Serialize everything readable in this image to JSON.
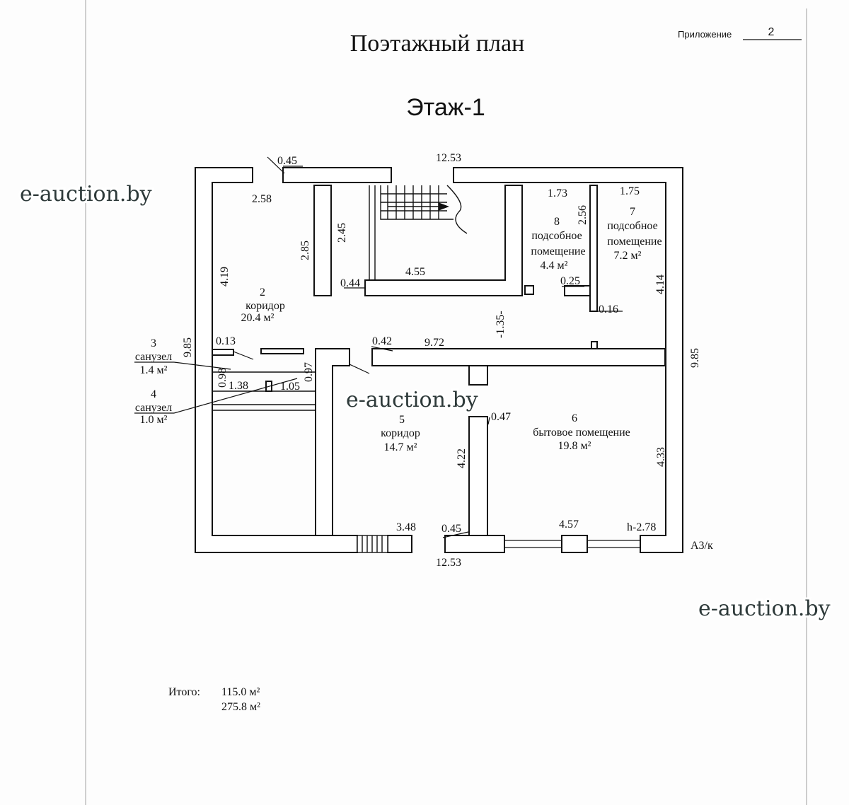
{
  "header": {
    "title": "Поэтажный план",
    "appendix_label": "Приложение",
    "appendix_number": "2",
    "floor": "Этаж-1"
  },
  "watermark": "e-auction.by",
  "rooms": [
    {
      "num": "2",
      "name": "коридор",
      "area": "20.4 м²"
    },
    {
      "num": "3",
      "name": "санузел",
      "area": "1.4 м²"
    },
    {
      "num": "4",
      "name": "санузел",
      "area": "1.0 м²"
    },
    {
      "num": "5",
      "name": "коридор",
      "area": "14.7 м²"
    },
    {
      "num": "6",
      "name": "бытовое помещение",
      "area": "19.8 м²"
    },
    {
      "num": "7",
      "name_line1": "подсобное",
      "name_line2": "помещение",
      "area": "7.2 м²"
    },
    {
      "num": "8",
      "name_line1": "подсобное",
      "name_line2": "помещение",
      "area": "4.4 м²"
    }
  ],
  "dimensions": {
    "d_045_top": "0.45",
    "d_1253_top": "12.53",
    "d_258": "2.58",
    "d_285": "2.85",
    "d_245": "2.45",
    "d_419": "4.19",
    "d_044": "0.44",
    "d_455": "4.55",
    "d_173": "1.73",
    "d_256": "2.56",
    "d_175": "1.75",
    "d_025": "0.25",
    "d_016": "0.16",
    "d_414": "4.14",
    "d_135": "-1.35-",
    "d_013": "0.13",
    "d_985_left": "9.85",
    "d_042": "0.42",
    "d_972": "9.72",
    "d_985_right": "9.85",
    "d_098": "0.98",
    "d_097": "0.97",
    "d_138": "1.38",
    "d_105": "1.05",
    "d_047": "0.47",
    "d_422": "4.22",
    "d_433": "4.33",
    "d_348": "3.48",
    "d_045_bottom": "0.45",
    "d_457": "4.57",
    "height": "h-2.78",
    "d_1253_bottom": "12.53",
    "sheet_code": "А3/к"
  },
  "totals": {
    "label": "Итого:",
    "value1": "115.0 м²",
    "value2": "275.8 м²"
  }
}
